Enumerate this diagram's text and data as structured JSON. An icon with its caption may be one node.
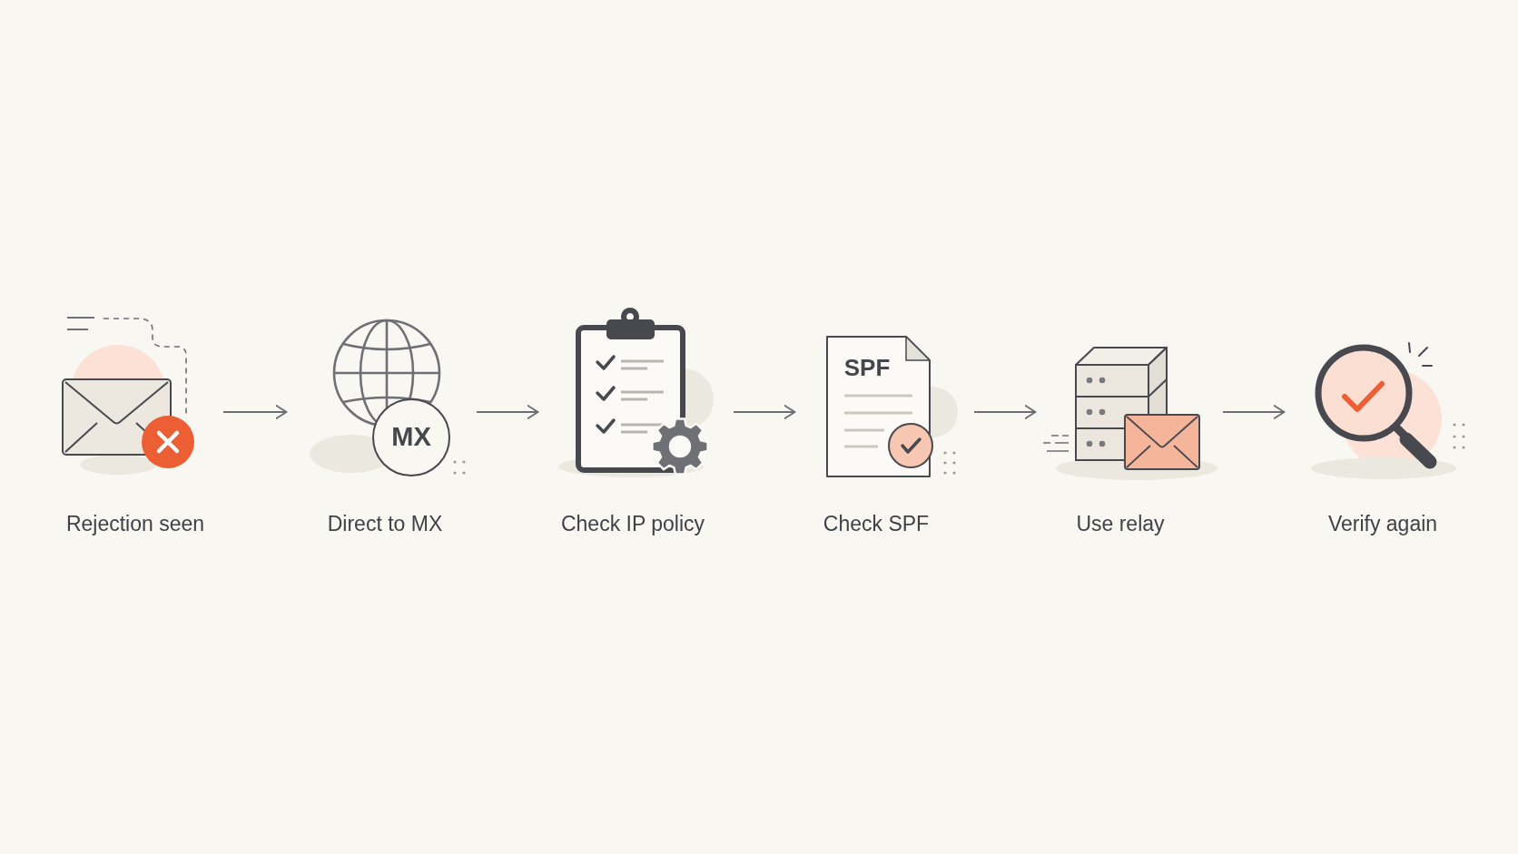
{
  "diagram": {
    "nodes": [
      {
        "text": [
          "Rejection seen"
        ]
      },
      {
        "text": [
          "MX",
          "Direct to MX"
        ]
      },
      {
        "text": [
          "Check IP policy"
        ]
      },
      {
        "text": [
          "SPF",
          "Check SPF"
        ]
      },
      {
        "text": [
          "Use relay"
        ]
      },
      {
        "text": [
          "Verify again"
        ]
      }
    ],
    "edges": [
      {
        "from": 0,
        "to": 1,
        "arrow": "to"
      },
      {
        "from": 1,
        "to": 2,
        "arrow": "to"
      },
      {
        "from": 2,
        "to": 3,
        "arrow": "to"
      },
      {
        "from": 3,
        "to": 4,
        "arrow": "to"
      },
      {
        "from": 4,
        "to": 5,
        "arrow": "to"
      }
    ]
  }
}
